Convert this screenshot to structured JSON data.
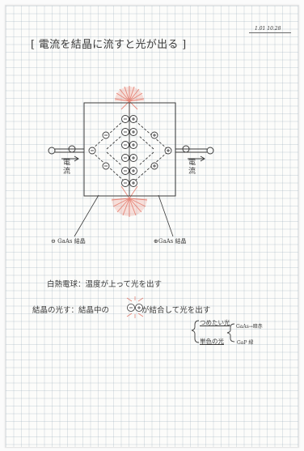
{
  "note": {
    "date": "1.01 10.28",
    "title": "[ 電流を結晶に流すと光が出る ]",
    "current_left": "電流",
    "current_right": "電流",
    "label_n_crystal": "⊖ GaAs 結晶",
    "label_p_crystal": "⊕GaAs 結晶",
    "incandescent": "白熱電球：温度が上って光を出す",
    "crystal_light_prefix": "結晶の光す：結晶中の",
    "crystal_light_suffix": "が結合して光を出す",
    "cool_light": "つめたい光",
    "mono_light": "単色の光",
    "gaas_note": "GaAs→暗赤",
    "gap_note": "GaP 緑",
    "minus_sign": "⊖",
    "plus_sign": "⊕"
  },
  "colors": {
    "ink": "#3a3a3a",
    "red_glow": "#e26a5a",
    "grid": "#a9bccb"
  }
}
